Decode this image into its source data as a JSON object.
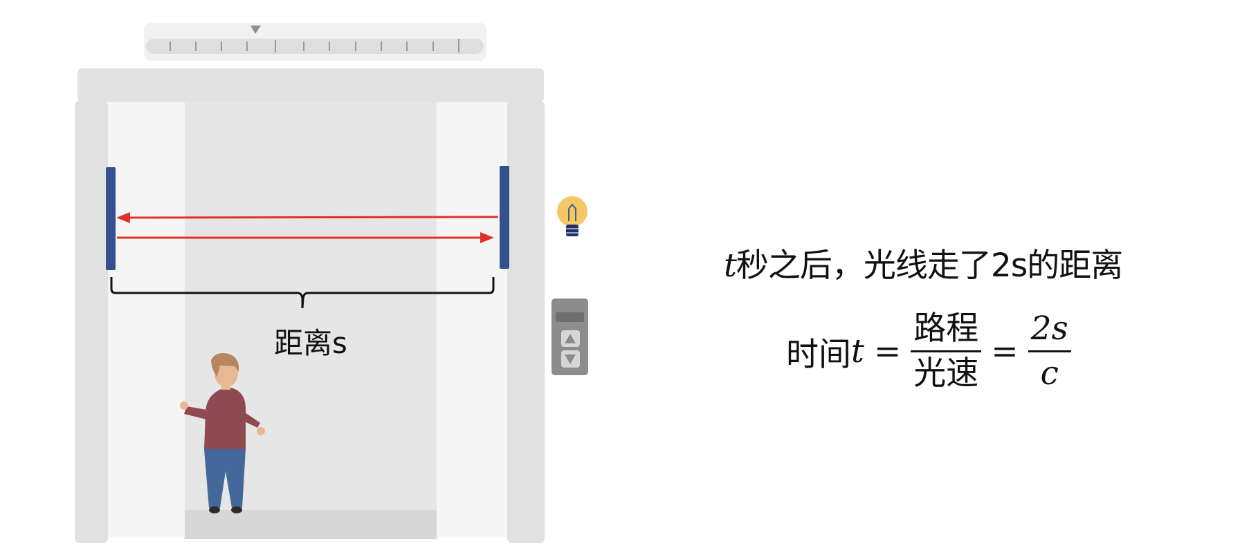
{
  "diagram": {
    "distance_label": "距离s",
    "statement": {
      "var": "t",
      "text": "秒之后，光线走了2s的距离"
    },
    "formula": {
      "lhs_text": "时间",
      "lhs_var": "t",
      "eq": "=",
      "frac1_num": "路程",
      "frac1_den": "光速",
      "frac2_num": "2s",
      "frac2_den": "c"
    }
  },
  "colors": {
    "mirror": "#33508f",
    "light_ray": "#e03128",
    "elevator_frame": "#e2e2e2",
    "shirt": "#8e4a50",
    "pants": "#44689a"
  },
  "icons": [
    "light-bulb-icon",
    "elevator-up-arrow-icon",
    "elevator-down-arrow-icon"
  ]
}
